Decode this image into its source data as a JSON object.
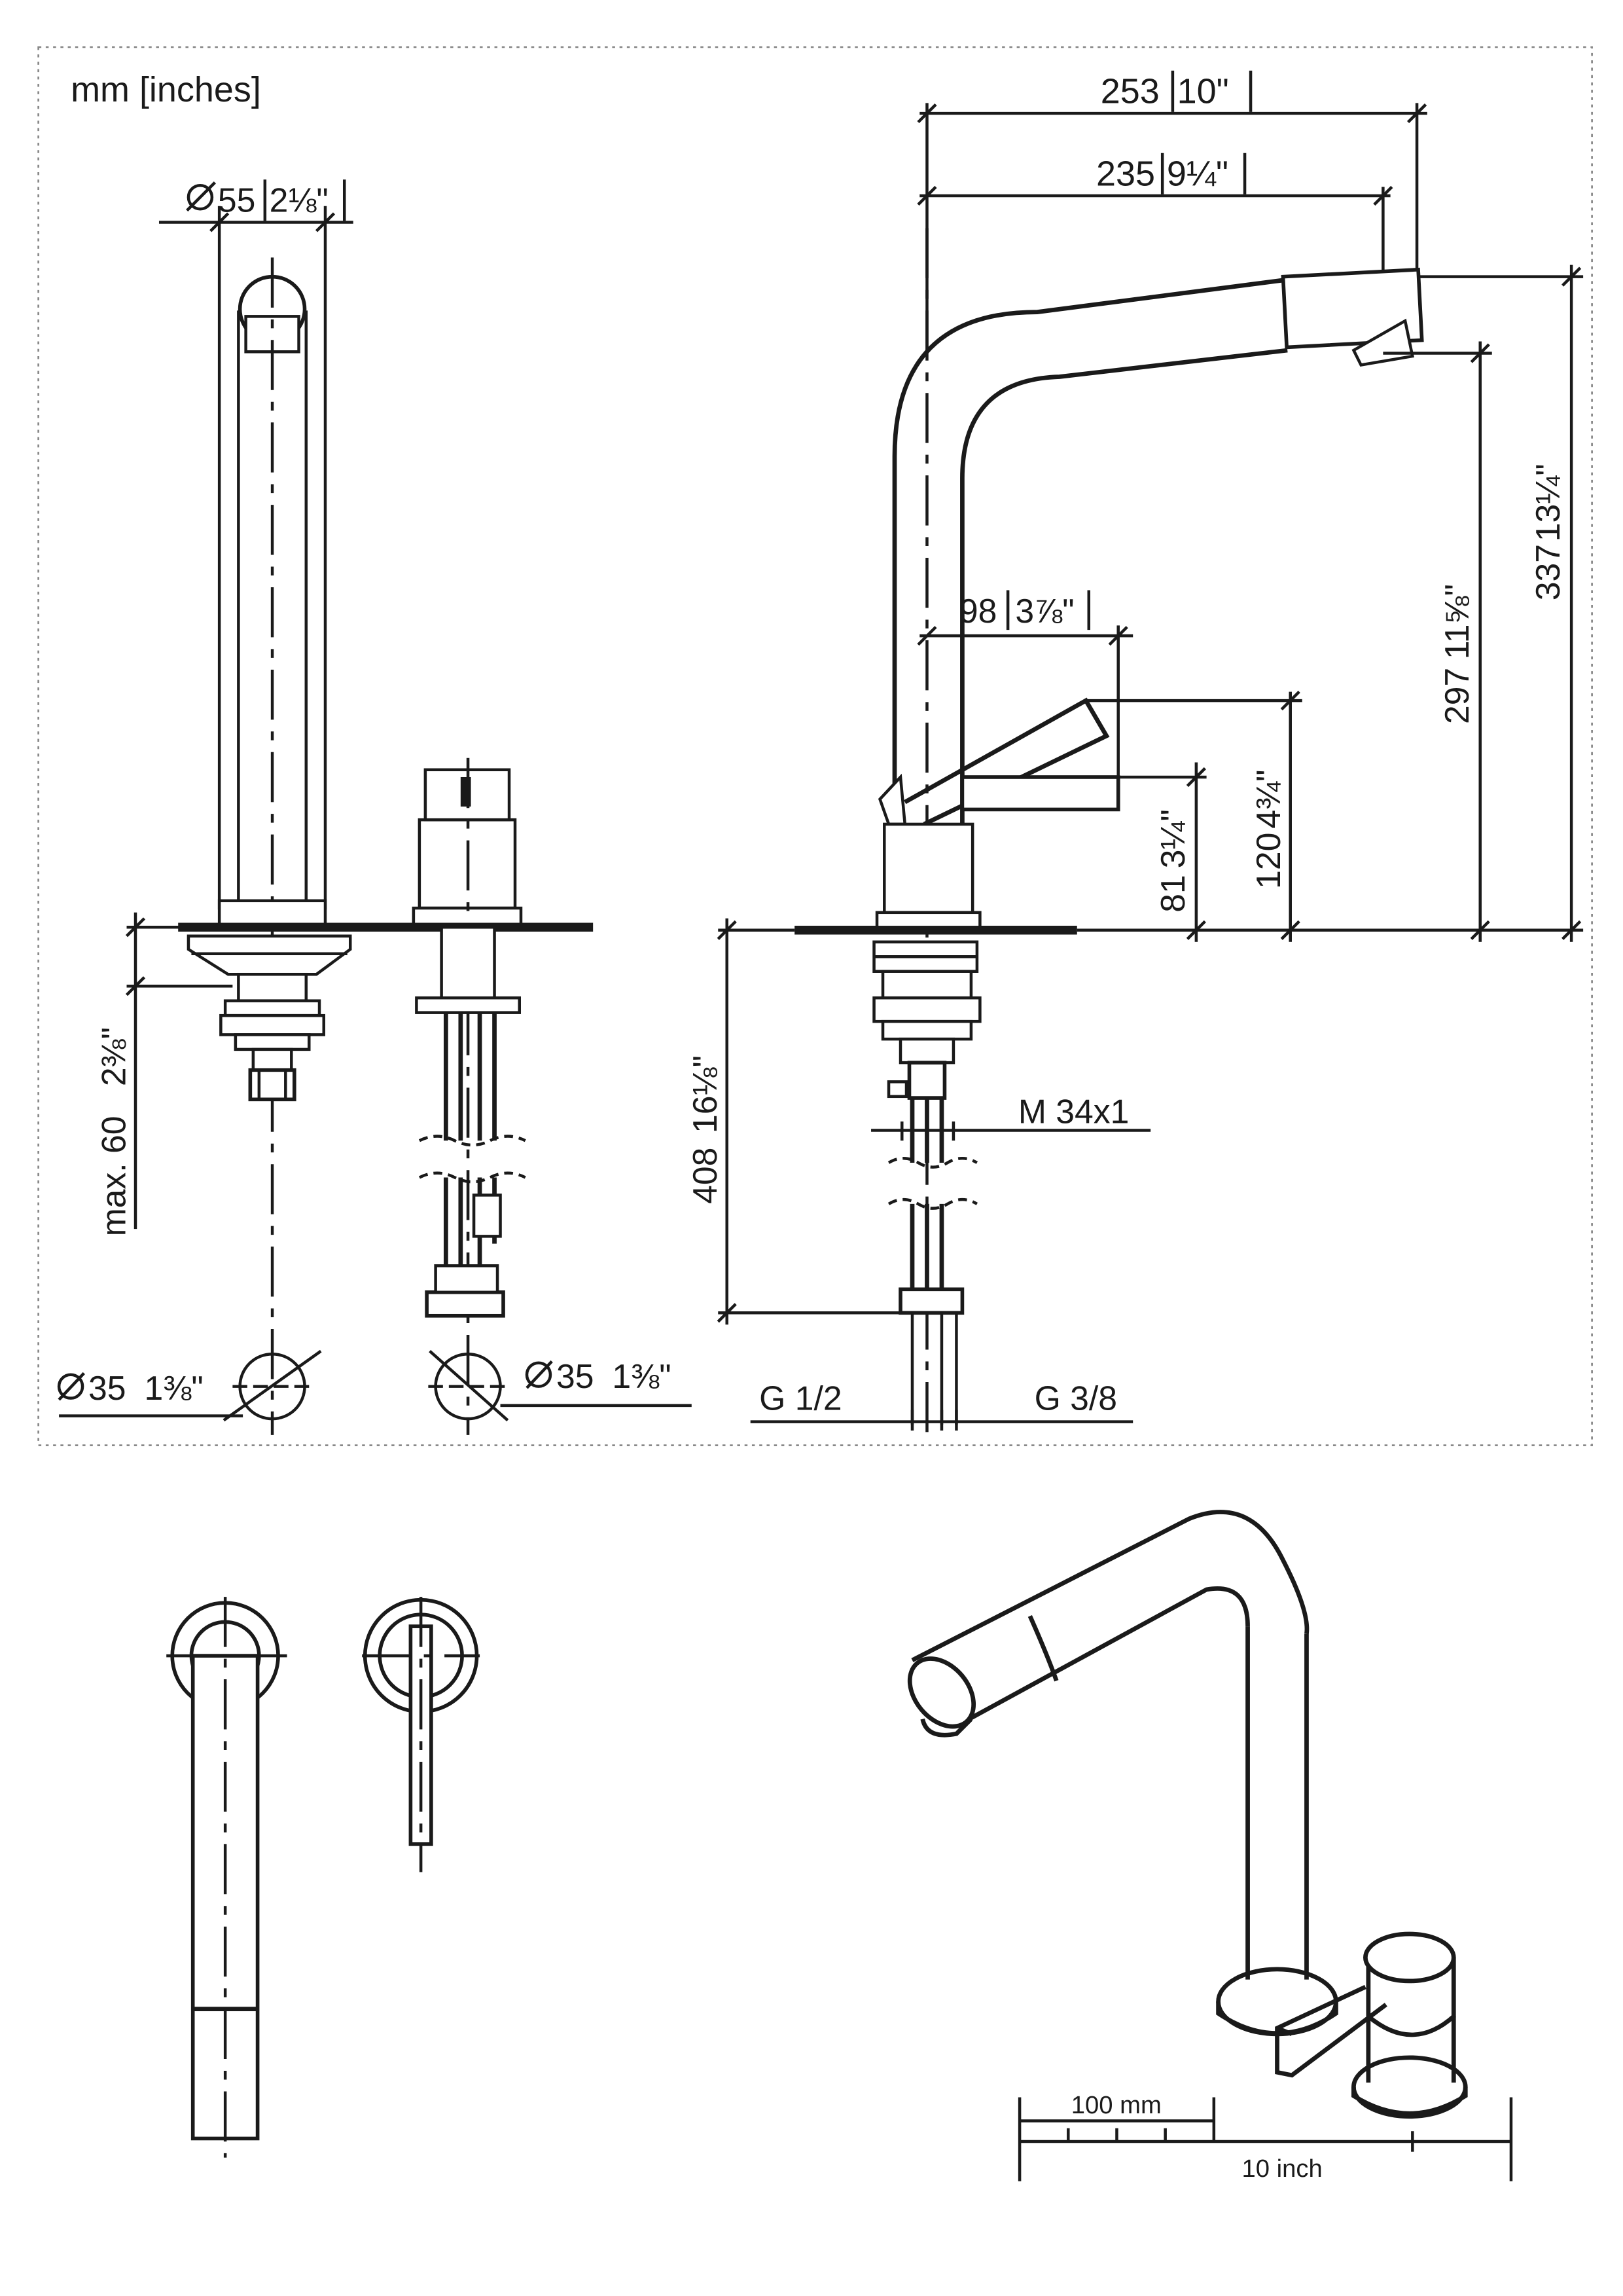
{
  "units_note": "mm [inches]",
  "dimensions": {
    "width_total": "253",
    "width_total_in": "10\"",
    "width_spout": "235",
    "width_spout_in": "9¼\"",
    "spout_dia": "55",
    "spout_dia_in": "2⅛\"",
    "lever_offset": "98",
    "lever_offset_in": "3⅞\"",
    "height_total": "337",
    "height_total_in": "13¼\"",
    "height_outlet": "297",
    "height_outlet_in": "11⅝\"",
    "height_lever_up": "120",
    "height_lever_up_in": "4¾\"",
    "height_lever": "81",
    "height_lever_in": "3¼\"",
    "below_deck": "408",
    "below_deck_in": "16⅛\"",
    "deck_max": "max. 60",
    "deck_max_in": "2⅜\"",
    "hole_dia_left": "35",
    "hole_dia_left_in": "1⅜\"",
    "hole_dia_right": "35",
    "hole_dia_right_in": "1⅜\"",
    "thread": "M 34x1",
    "conn_left": "G 1/2",
    "conn_right": "G 3/8"
  },
  "scale_bar": {
    "metric_label": "100 mm",
    "imperial_label": "10 inch"
  }
}
